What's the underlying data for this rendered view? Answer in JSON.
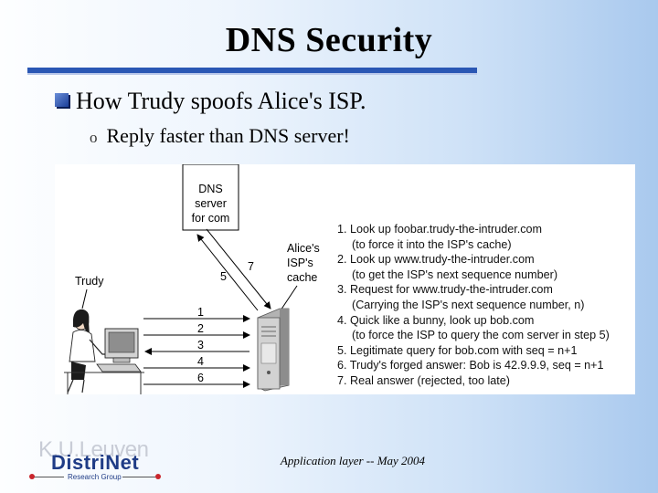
{
  "slide": {
    "title": "DNS  Security",
    "bullet1": "How Trudy spoofs Alice's ISP.",
    "bullet2": "Reply faster than DNS server!",
    "footer": "Application layer  --  May 2004"
  },
  "figure": {
    "dns_box_lines": [
      "DNS",
      "server",
      "for com"
    ],
    "isp_label_lines": [
      "Alice's",
      "ISP's",
      "cache"
    ],
    "trudy_label": "Trudy",
    "arrow_number_5": "5",
    "arrow_number_7": "7",
    "message_numbers": [
      "1",
      "2",
      "3",
      "4",
      "6"
    ],
    "steps": [
      {
        "main": "1. Look up foobar.trudy-the-intruder.com",
        "sub": "(to force it into the ISP's cache)"
      },
      {
        "main": "2. Look up www.trudy-the-intruder.com",
        "sub": "(to get the ISP's next sequence number)"
      },
      {
        "main": "3. Request for www.trudy-the-intruder.com",
        "sub": "(Carrying the ISP's next sequence number, n)"
      },
      {
        "main": "4. Quick like a bunny, look up bob.com",
        "sub": "(to force the ISP to query the com server in step 5)"
      },
      {
        "main": "5. Legitimate query for bob.com with seq = n+1",
        "sub": ""
      },
      {
        "main": "6. Trudy's forged answer: Bob is 42.9.9.9, seq = n+1",
        "sub": ""
      },
      {
        "main": "7. Real answer (rejected, too late)",
        "sub": ""
      }
    ]
  },
  "logo": {
    "ku_text": "K.U.Leuven",
    "distrinet_text": "DistriNet",
    "subtitle": "Research Group"
  },
  "colors": {
    "title_rule": "#2a57b4",
    "logo_blue": "#1f3c86",
    "logo_red": "#c9252c"
  }
}
